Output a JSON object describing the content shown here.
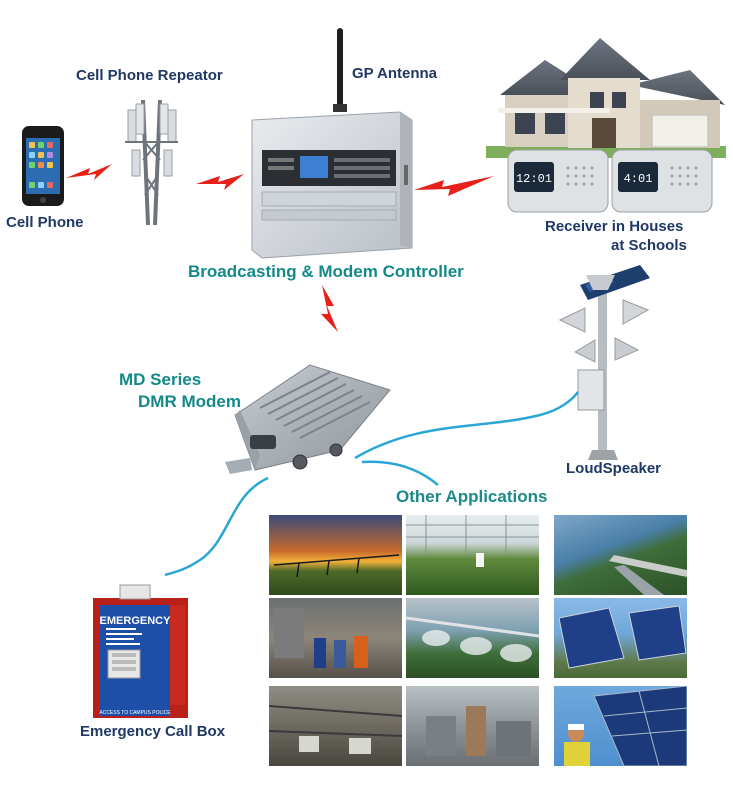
{
  "labels": {
    "cell_phone_repeater": "Cell Phone Repeator",
    "gp_antenna": "GP Antenna",
    "cell_phone": "Cell Phone",
    "receiver_line1": "Receiver in Houses",
    "receiver_line2": "at Schools",
    "controller": "Broadcasting & Modem Controller",
    "md_series_line1": "MD Series",
    "md_series_line2": "DMR Modem",
    "loudspeaker": "LoudSpeaker",
    "other_applications": "Other Applications",
    "emergency_call_box": "Emergency Call Box"
  },
  "receivers": {
    "clock_left": "12:01",
    "clock_right": "4:01"
  },
  "callbox": {
    "title": "EMERGENCY",
    "side_text": "EMERGENCY",
    "footer": "ACCESS TO CAMPUS POLICE"
  },
  "colors": {
    "label_navy": "#1f3864",
    "label_teal": "#138a8a",
    "link_red": "#e8201a",
    "cable_blue": "#2aa6d6"
  },
  "application_tiles": [
    "irrigation-sunset",
    "greenhouse",
    "dam",
    "factory-workers",
    "irrigation-sprinkler",
    "solar-panels",
    "assembly-line",
    "industrial-plant",
    "solar-technician"
  ]
}
